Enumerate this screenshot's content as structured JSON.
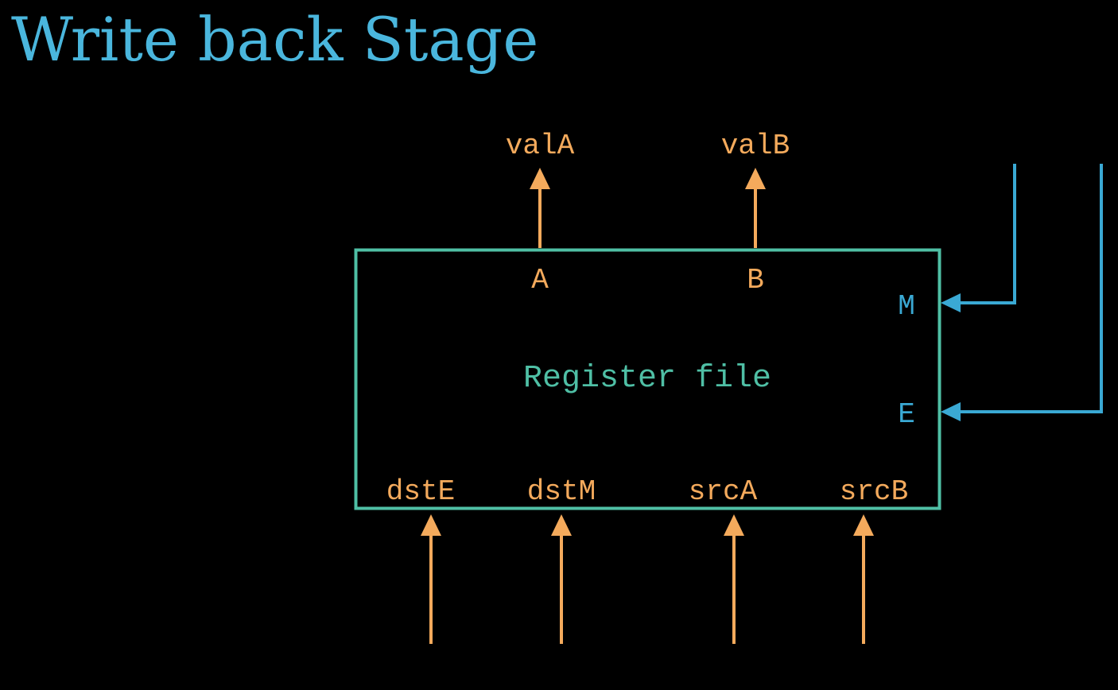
{
  "title": "Write back Stage",
  "colors": {
    "background": "#000000",
    "title": "#4ab6dd",
    "box": "#4fbfa5",
    "signals": "#f4aa5c",
    "control": "#3aa9d4"
  },
  "register_file": {
    "label": "Register file",
    "read_ports": [
      {
        "port": "A",
        "output": "valA"
      },
      {
        "port": "B",
        "output": "valB"
      }
    ],
    "write_ports": [
      "M",
      "E"
    ],
    "inputs": [
      "dstE",
      "dstM",
      "srcA",
      "srcB"
    ]
  }
}
